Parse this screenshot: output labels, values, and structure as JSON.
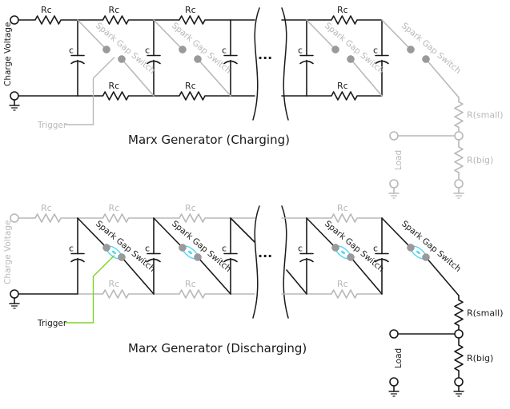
{
  "colors": {
    "active": "#1a1a1a",
    "inactive": "#b8b8b8",
    "trigger_active": "#7ed321",
    "spark": "#5bd6f0",
    "ball": "#9a9a9a"
  },
  "labels": {
    "charge_resistor": "Rc",
    "capacitor": "c",
    "spark_gap": "Spark Gap Switch",
    "charge_voltage": "Charge Voltage",
    "trigger": "Trigger",
    "r_small": "R(small)",
    "r_big": "R(big)",
    "load": "Load",
    "ellipsis": "···"
  },
  "diagrams": [
    {
      "title": "Marx Generator (Charging)",
      "state": "charging"
    },
    {
      "title": "Marx Generator (Discharging)",
      "state": "discharging"
    }
  ]
}
